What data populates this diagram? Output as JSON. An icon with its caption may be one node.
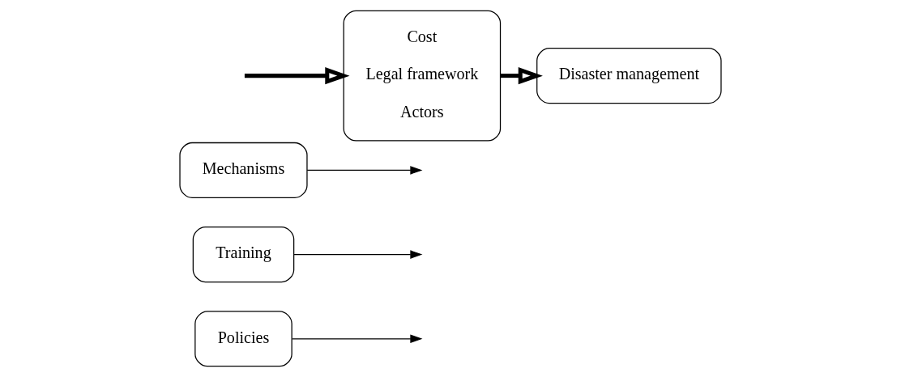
{
  "diagram": {
    "nodes": [
      {
        "text": [
          "Policies"
        ]
      },
      {
        "text": [
          "Training"
        ]
      },
      {
        "text": [
          "Mechanisms"
        ]
      },
      {
        "text": [
          "Cost",
          "Legal framework",
          "Actors"
        ]
      },
      {
        "text": [
          "Disaster management"
        ]
      }
    ],
    "edges": [
      {
        "from": 0,
        "to": null,
        "arrow": "to"
      },
      {
        "from": 1,
        "to": null,
        "arrow": "to"
      },
      {
        "from": 2,
        "to": null,
        "arrow": "to"
      },
      {
        "from": null,
        "to": 3,
        "arrow": "to",
        "style": "thick"
      },
      {
        "from": 3,
        "to": 4,
        "arrow": "to",
        "style": "thick"
      }
    ]
  }
}
